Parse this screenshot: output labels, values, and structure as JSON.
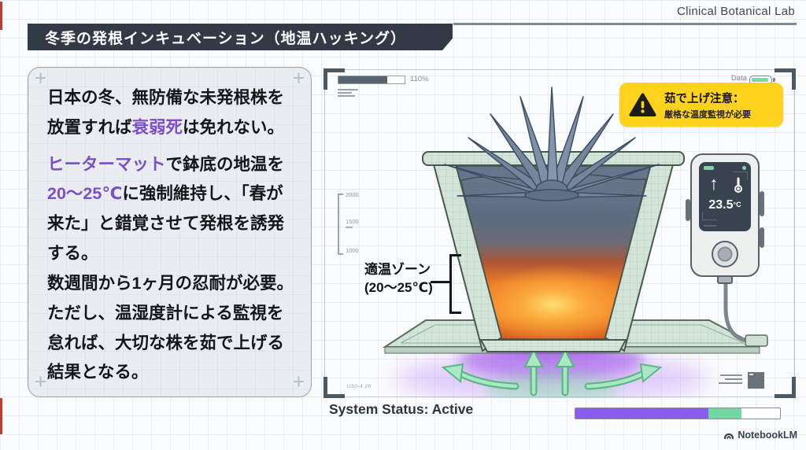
{
  "page": {
    "brand_top": "Clinical Botanical Lab",
    "title": "冬季の発根インキュベーション（地温ハッキング）"
  },
  "panel": {
    "paragraph1": [
      {
        "text": "日本の冬、無防備な未発根株を放置すれば",
        "accent": false
      },
      {
        "text": "衰弱死",
        "accent": true
      },
      {
        "text": "は免れない。",
        "accent": false
      }
    ],
    "paragraph2": [
      {
        "text": "ヒーターマット",
        "accent": true
      },
      {
        "text": "で鉢底の地温を",
        "accent": false
      },
      {
        "text": "20〜25℃",
        "accent": true
      },
      {
        "text": "に強制維持し、「春が来た」と錯覚させて発根を誘発する。",
        "accent": false
      }
    ],
    "paragraph3": [
      {
        "text": "数週間から1ヶ月の忍耐が必要。ただし、温湿度計による監視を怠れば、大切な株を茹で上げる結果となる。",
        "accent": false
      }
    ]
  },
  "illustration": {
    "hud": {
      "zoom_label": "110%",
      "data_label": "Data",
      "scale_ticks": [
        "2000",
        "1500",
        "1000"
      ],
      "footer_code": "U50-4.20"
    },
    "zone_label": {
      "line1": "適温ゾーン",
      "line2": "(20〜25℃)"
    },
    "warning": {
      "title": "茹で上げ注意：",
      "subtitle": "厳格な温度監視が必要"
    },
    "device": {
      "arrow_symbol": "↑",
      "temperature": "23.5",
      "unit": "°C"
    }
  },
  "footer": {
    "status": "System Status: Active",
    "brand": "NotebookLM"
  },
  "colors": {
    "accent_purple": "#7b4fc6",
    "title_bar": "#323a46",
    "warning_yellow": "#ffd21e",
    "progress_purple": "#8b5cf0",
    "progress_green": "#74d7a1",
    "heat_orange": "#f58a28",
    "heat_glow_purple": "#a158ea",
    "mat_green": "#d3e5d8",
    "edge_red": "#c23a2a"
  }
}
